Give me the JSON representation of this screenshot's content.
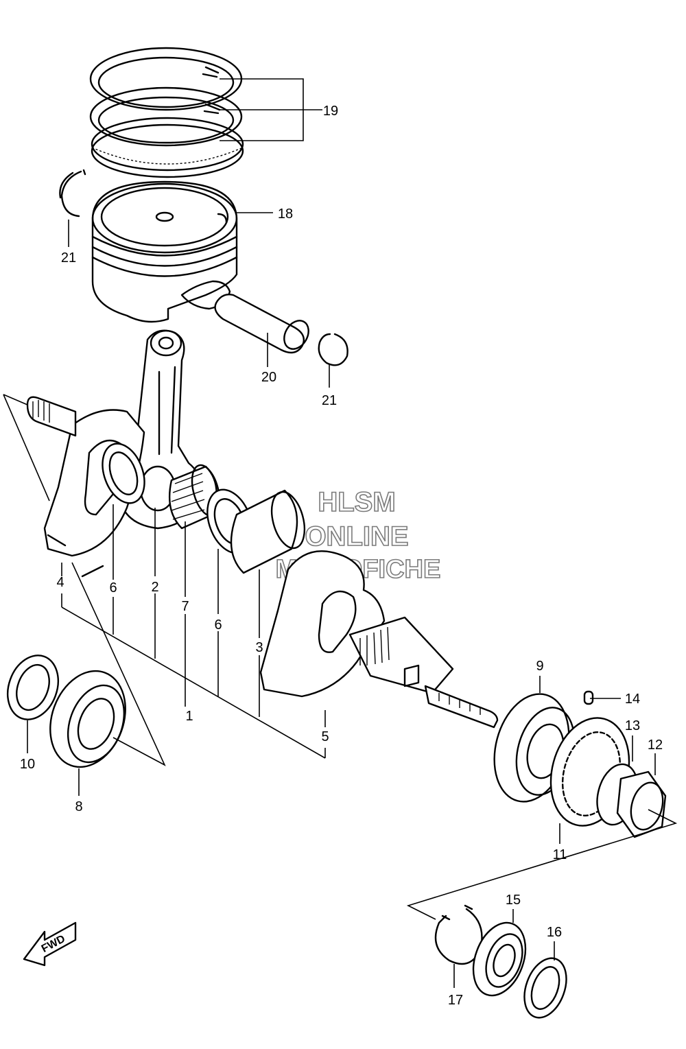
{
  "labels": {
    "l1": "1",
    "l2": "2",
    "l3": "3",
    "l4": "4",
    "l5": "5",
    "l6a": "6",
    "l6b": "6",
    "l7": "7",
    "l8": "8",
    "l9": "9",
    "l10": "10",
    "l11": "11",
    "l12": "12",
    "l13": "13",
    "l14": "14",
    "l15": "15",
    "l16": "16",
    "l17": "17",
    "l18": "18",
    "l19": "19",
    "l20": "20",
    "l21a": "21",
    "l21b": "21"
  },
  "watermark": {
    "line1": "HLSM",
    "line2": "ONLINE",
    "line3": "MICROFICHE"
  },
  "fwd_label": "FWD"
}
